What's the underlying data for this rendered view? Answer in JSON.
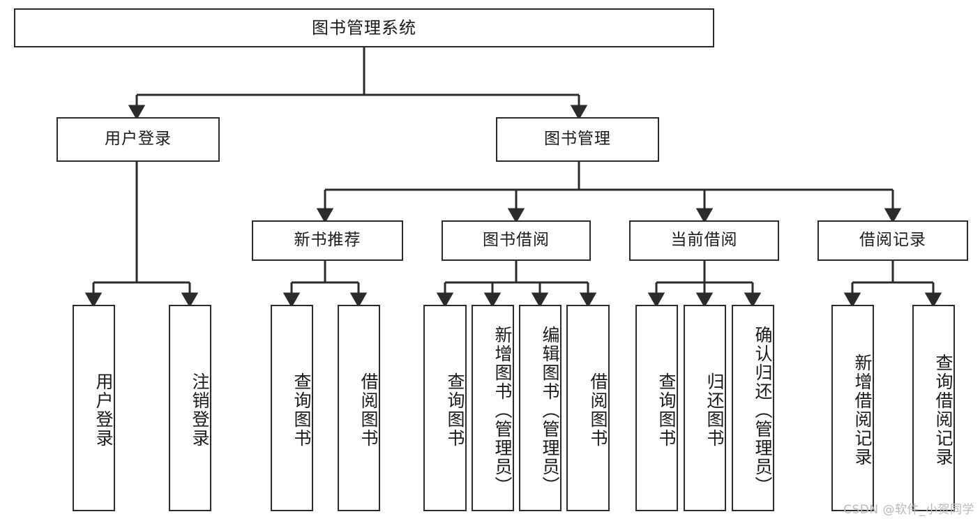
{
  "diagram": {
    "title": "图书管理系统",
    "type": "hierarchy-tree",
    "watermark": "CSDN @软件_小贺同学",
    "colors": {
      "stroke": "#2b2b2b",
      "fill": "#ffffff",
      "text": "#1a1a1a",
      "watermark": "#b9b9b9"
    },
    "nodes": {
      "root": {
        "label": "图书管理系统"
      },
      "level2": [
        {
          "label": "用户登录"
        },
        {
          "label": "图书管理"
        }
      ],
      "level3": [
        {
          "label": "新书推荐"
        },
        {
          "label": "图书借阅"
        },
        {
          "label": "当前借阅"
        },
        {
          "label": "借阅记录"
        }
      ],
      "leaves_user_login": [
        {
          "label": "用户登录"
        },
        {
          "label": "注销登录"
        }
      ],
      "leaves_new_books": [
        {
          "label": "查询图书"
        },
        {
          "label": "借阅图书"
        }
      ],
      "leaves_borrow": [
        {
          "label": "查询图书"
        },
        {
          "label": "新增图书（管理员）"
        },
        {
          "label": "编辑图书（管理员）"
        },
        {
          "label": "借阅图书"
        }
      ],
      "leaves_current": [
        {
          "label": "查询图书"
        },
        {
          "label": "归还图书"
        },
        {
          "label": "确认归还（管理员）"
        }
      ],
      "leaves_records": [
        {
          "label": "新增借阅记录"
        },
        {
          "label": "查询借阅记录"
        }
      ]
    }
  }
}
